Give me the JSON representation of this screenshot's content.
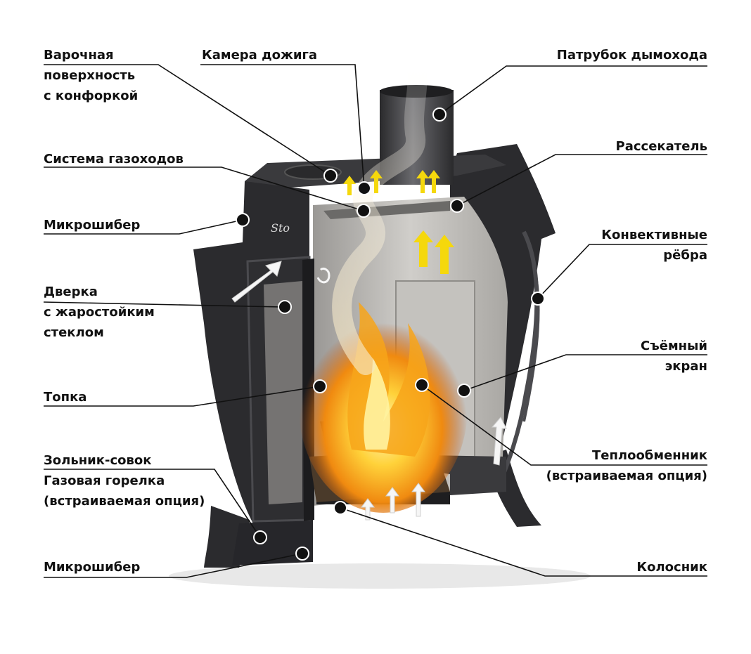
{
  "colors": {
    "stove_body": "#2b2b2e",
    "stove_edge": "#4a4a4e",
    "firebox": "#b9b7b3",
    "flame": "#f39a12",
    "heat_arrow": "#f5d80c",
    "air_arrow": "#f2f2f2",
    "leader_line": "#111111",
    "label_dot": "#111111"
  },
  "icons": [
    "label-dot-icon",
    "hot-air-arrow-icon",
    "cold-air-arrow-icon"
  ],
  "labels": {
    "cooktop": [
      "Варочная",
      "поверхность",
      "с конфоркой"
    ],
    "afterburn": [
      "Камера дожига"
    ],
    "flue_pipe": [
      "Патрубок дымохода"
    ],
    "flue_system": [
      "Система газоходов"
    ],
    "splitter": [
      "Рассекатель"
    ],
    "micro_damper_top": [
      "Микрошибер"
    ],
    "convection_ribs": [
      "Конвективные",
      "рёбра"
    ],
    "door": [
      "Дверка",
      "с жаростойким",
      "стеклом"
    ],
    "removable_screen": [
      "Съёмный",
      "экран"
    ],
    "firebox": [
      "Топка"
    ],
    "heat_exchanger": [
      "Теплообменник",
      "(встраиваемая опция)"
    ],
    "ash_pan": [
      "Зольник-совок"
    ],
    "gas_burner": [
      "Газовая горелка",
      "(встраиваемая опция)"
    ],
    "micro_damper_bottom": [
      "Микрошибер"
    ],
    "grate": [
      "Колосник"
    ]
  }
}
